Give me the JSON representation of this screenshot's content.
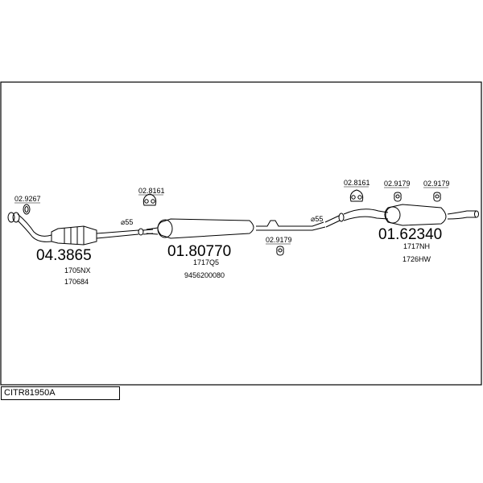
{
  "diagram_code": "CITR81950A",
  "parts": [
    {
      "id": "front-pipe",
      "number": "04.3865",
      "refs": [
        "1705NX",
        "170684"
      ]
    },
    {
      "id": "middle-silencer",
      "number": "01.80770",
      "refs": [
        "1717Q5",
        "9456200080"
      ]
    },
    {
      "id": "rear-silencer",
      "number": "01.62340",
      "refs": [
        "1717NH",
        "1726HW"
      ]
    }
  ],
  "accessories": {
    "gasket_front": "02.9267",
    "clamp_middle": "02.8161",
    "hanger_middle": "02.9179",
    "clamp_rear": "02.8161",
    "hanger_rear_1": "02.9179",
    "hanger_rear_2": "02.9179"
  },
  "diameters": {
    "front": "⌀55",
    "rear": "⌀55"
  }
}
